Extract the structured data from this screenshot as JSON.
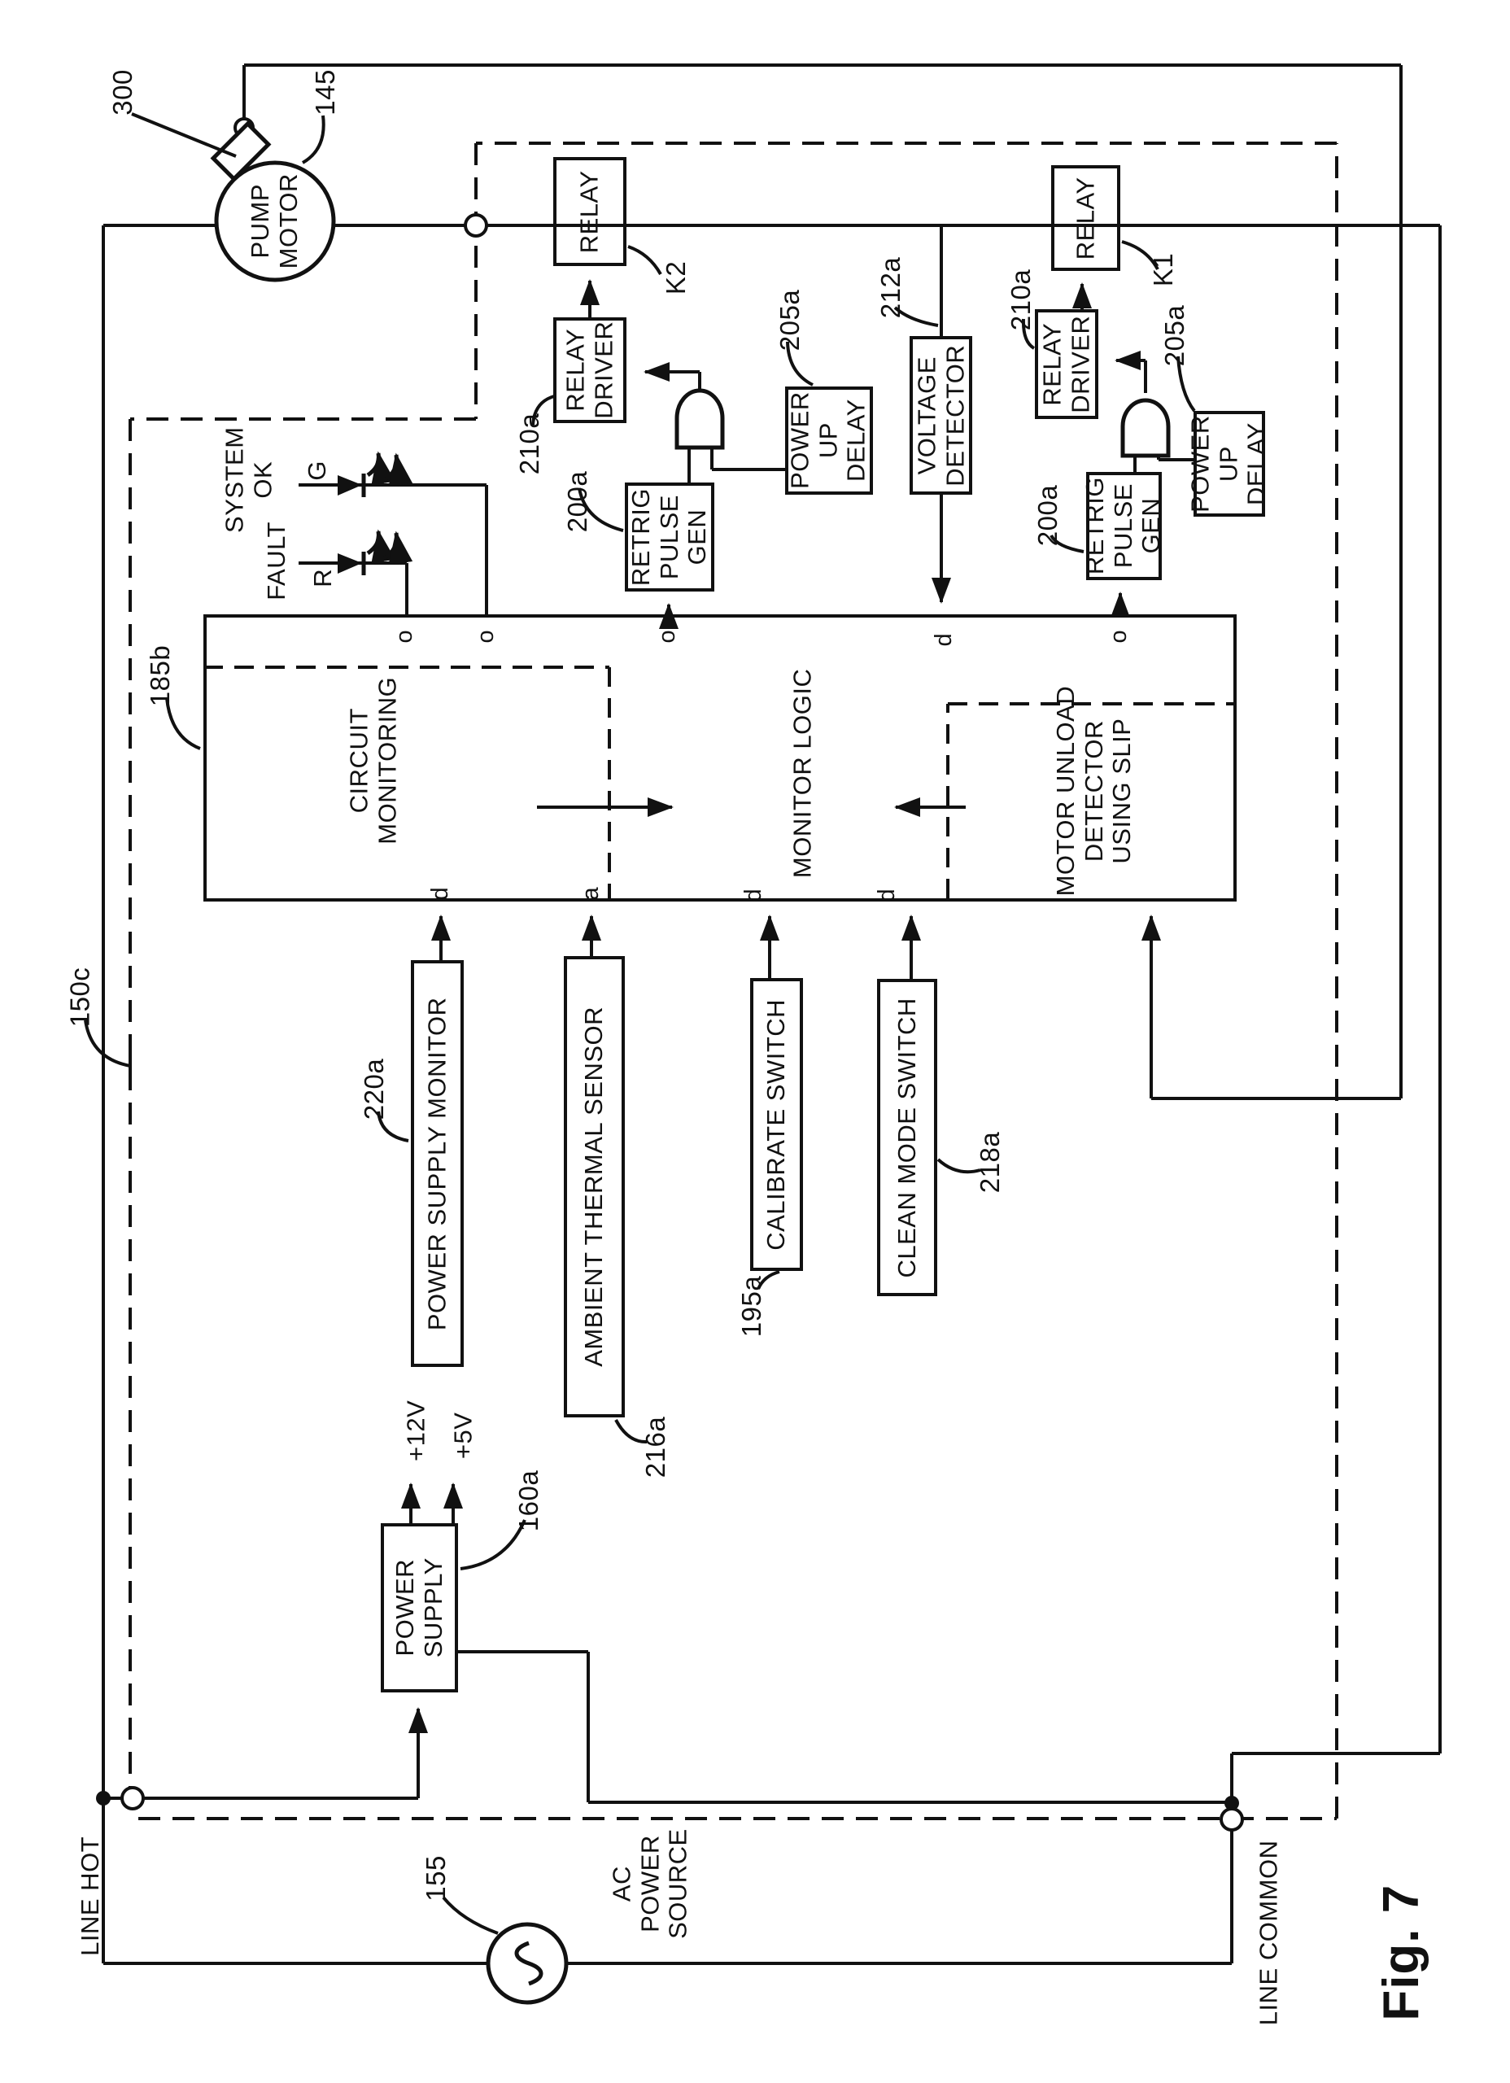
{
  "figure": {
    "caption": "Fig. 7"
  },
  "power": {
    "line_hot": "LINE HOT",
    "line_common": "LINE COMMON",
    "ac_source": "AC\nPOWER\nSOURCE",
    "ref_155": "155",
    "plus12": "+12V",
    "plus5": "+5V"
  },
  "motor": {
    "label": "PUMP\nMOTOR",
    "ref_300": "300",
    "ref_145": "145"
  },
  "blocks": {
    "relay": "RELAY",
    "relay_driver": "RELAY\nDRIVER",
    "retrig": "RETRIG\nPULSE\nGEN",
    "power_up_delay": "POWER\nUP\nDELAY",
    "voltage_detector": "VOLTAGE\nDETECTOR",
    "power_supply": "POWER\nSUPPLY",
    "monitor_logic": "MONITOR LOGIC",
    "circuit_monitoring": "CIRCUIT\nMONITORING",
    "motor_unload": "MOTOR UNLOAD\nDETECTOR\nUSING SLIP",
    "power_supply_monitor": "POWER SUPPLY MONITOR",
    "ambient_thermal_sensor": "AMBIENT THERMAL SENSOR",
    "calibrate_switch": "CALIBRATE SWITCH",
    "clean_mode_switch": "CLEAN MODE SWITCH"
  },
  "indicators": {
    "system_ok": "SYSTEM\nOK",
    "fault": "FAULT",
    "g": "G",
    "r": "R"
  },
  "refs": {
    "r150c": "150c",
    "r160a": "160a",
    "r185b": "185b",
    "r195a": "195a",
    "r200a": "200a",
    "r205a": "205a",
    "r210a": "210a",
    "r212a": "212a",
    "r216a": "216a",
    "r218a": "218a",
    "r220a": "220a",
    "k1": "K1",
    "k2": "K2"
  },
  "terminals": {
    "o": "o",
    "d": "d",
    "a": "a"
  }
}
